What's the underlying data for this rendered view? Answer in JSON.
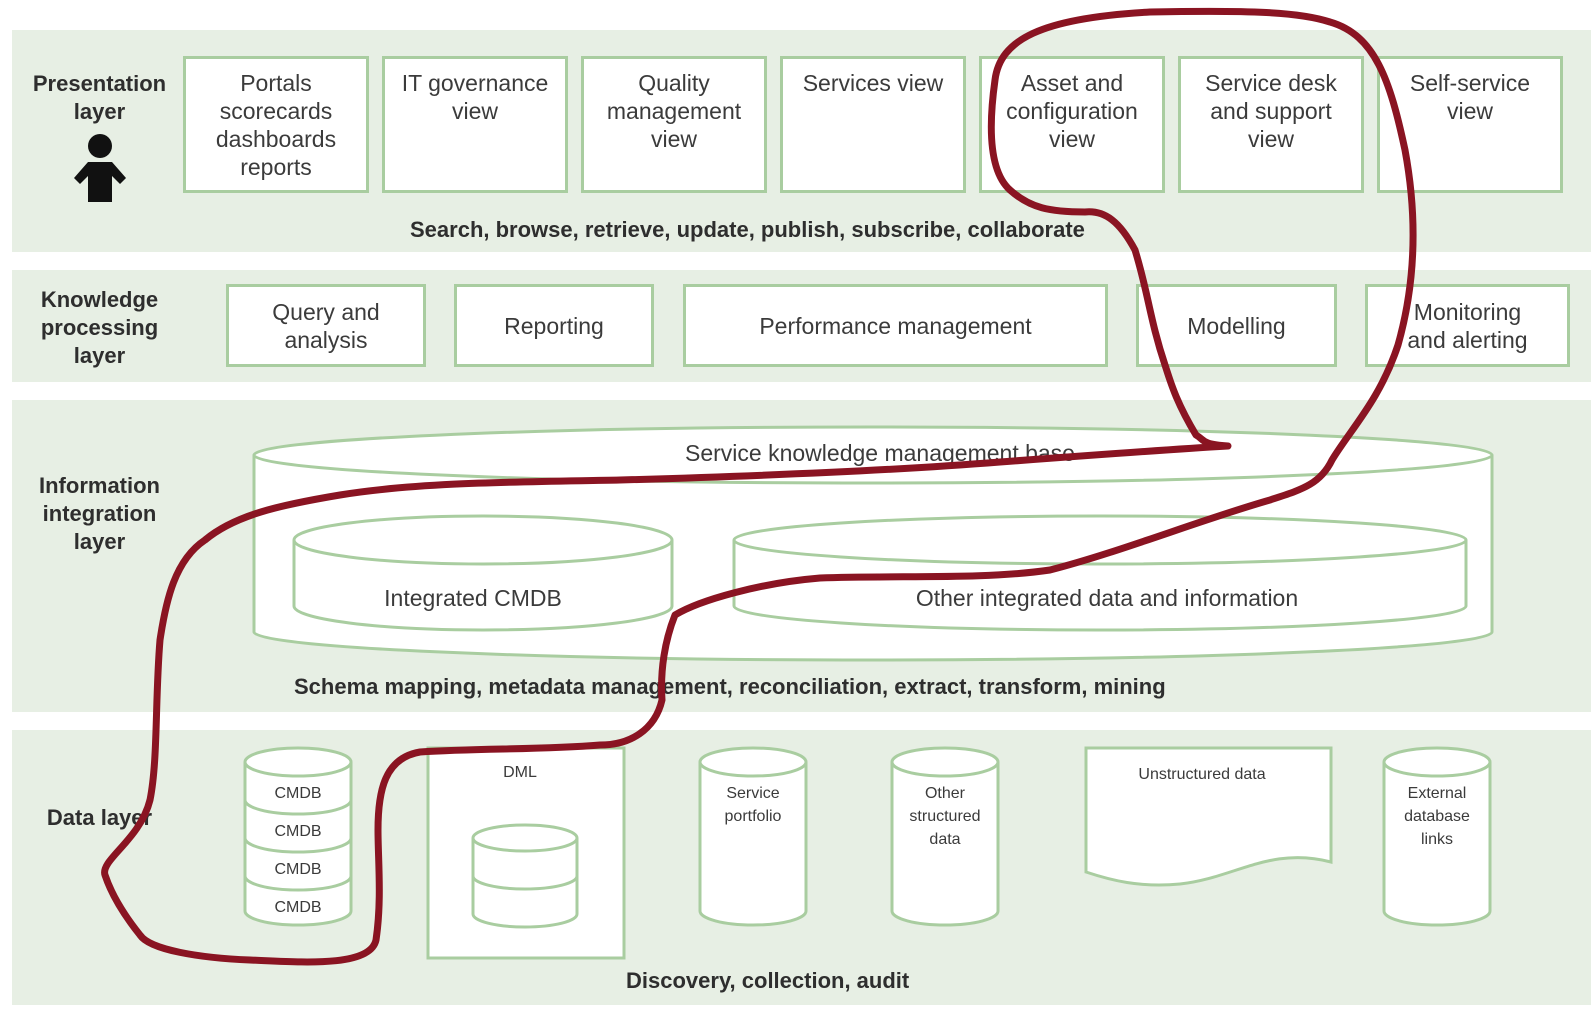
{
  "presentation": {
    "label": [
      "Presentation",
      "layer"
    ],
    "boxes": [
      [
        "Portals",
        "scorecards",
        "dashboards",
        "reports"
      ],
      [
        "IT governance",
        "view"
      ],
      [
        "Quality",
        "management",
        "view"
      ],
      [
        "Services view"
      ],
      [
        "Asset and",
        "configuration",
        "view"
      ],
      [
        "Service desk",
        "and support",
        "view"
      ],
      [
        "Self-service",
        "view"
      ]
    ],
    "caption": "Search, browse, retrieve, update, publish, subscribe, collaborate"
  },
  "knowledge": {
    "label": [
      "Knowledge",
      "processing",
      "layer"
    ],
    "boxes": [
      [
        "Query and",
        "analysis"
      ],
      [
        "Reporting"
      ],
      [
        "Performance management"
      ],
      [
        "Modelling"
      ],
      [
        "Monitoring",
        "and alerting"
      ]
    ]
  },
  "integration": {
    "label": [
      "Information",
      "integration",
      "layer"
    ],
    "skmb": "Service knowledge management base",
    "cmdb": "Integrated CMDB",
    "other": "Other integrated data and information",
    "caption": "Schema mapping, metadata management, reconciliation, extract, transform, mining"
  },
  "data": {
    "label": "Data layer",
    "cmdb_stack": [
      "CMDB",
      "CMDB",
      "CMDB",
      "CMDB"
    ],
    "dml": "DML",
    "service_portfolio": [
      "Service",
      "portfolio"
    ],
    "other_structured": [
      "Other",
      "structured",
      "data"
    ],
    "unstructured": "Unstructured data",
    "external": [
      "External",
      "database",
      "links"
    ],
    "caption": "Discovery, collection, audit"
  },
  "colors": {
    "band": "#e7efe4",
    "box_border": "#a9cda0",
    "annotation": "#8a1422"
  },
  "icons": {
    "person": "person-icon"
  }
}
